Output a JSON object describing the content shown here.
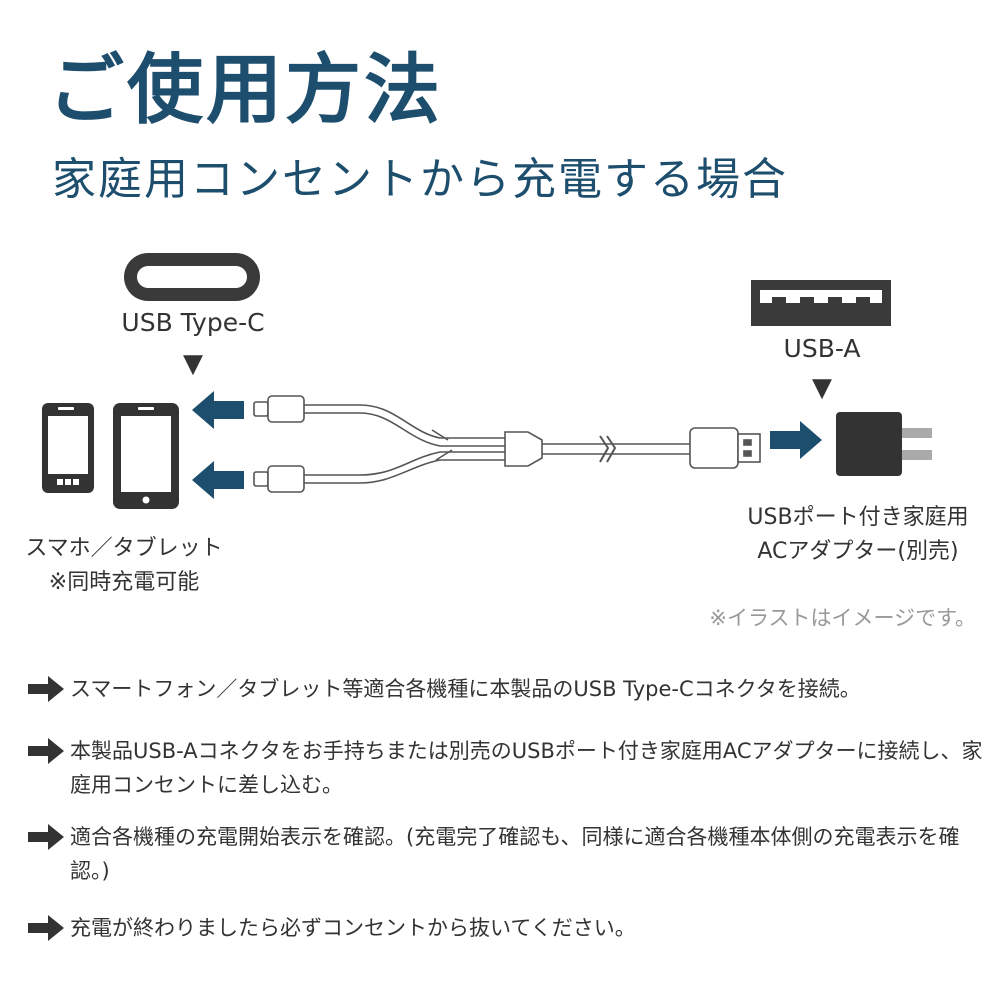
{
  "header": {
    "title": "ご使用方法",
    "subtitle": "家庭用コンセントから充電する場合"
  },
  "diagram": {
    "usb_type_c_label": "USB Type-C",
    "usb_a_label": "USB-A",
    "device_label_line1": "スマホ／タブレット",
    "device_label_line2": "※同時充電可能",
    "adapter_label_line1": "USBポート付き家庭用",
    "adapter_label_line2": "ACアダプター(別売)",
    "illustration_note": "※イラストはイメージです。",
    "pointer_glyph": "▼"
  },
  "steps": [
    {
      "text": "スマートフォン／タブレット等適合各機種に本製品のUSB Type-Cコネクタを接続。"
    },
    {
      "text": "本製品USB-Aコネクタをお手持ちまたは別売のUSBポート付き家庭用ACアダプターに接続し、家庭用コンセントに差し込む。"
    },
    {
      "text": "適合各機種の充電開始表示を確認。(充電完了確認も、同様に適合各機種本体側の充電表示を確認。)"
    },
    {
      "text": "充電が終わりましたら必ずコンセントから抜いてください。"
    }
  ],
  "colors": {
    "heading": "#1d4e6d",
    "arrow": "#1d4e6d",
    "device": "#333333",
    "text": "#333333"
  }
}
